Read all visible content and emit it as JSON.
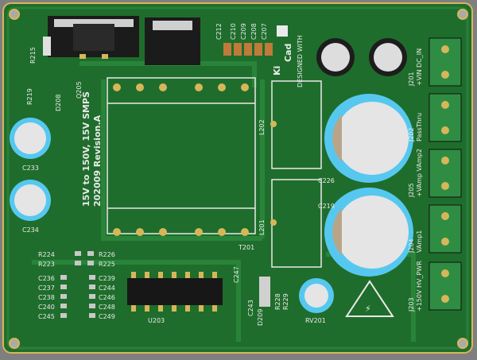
{
  "board": {
    "title_line1": "15V to 150V, 15V SMPS",
    "title_line2": "202009 Revision.A",
    "logo": {
      "ki": "Ki",
      "cad": "Cad",
      "tagline": "DESIGNED WITH"
    },
    "colors": {
      "pcb": "#1f6d2c",
      "pcb_dark": "#165a22",
      "copper": "#d7b65a",
      "silk": "#eaeaea",
      "bg": "#808080"
    }
  },
  "labels": {
    "r215": "R215",
    "r219": "R219",
    "d208": "D208",
    "q205": "Q205",
    "c212": "C212",
    "c210": "C210",
    "c209": "C209",
    "c208": "C208",
    "c207": "C207",
    "c233": "C233",
    "c234": "C234",
    "c226": "C226",
    "c219": "C219",
    "l202": "L202",
    "l201": "L201",
    "t201": "T201",
    "r224": "R224",
    "r223": "R223",
    "r226": "R226",
    "r225": "R225",
    "c236": "C236",
    "c237": "C237",
    "c238": "C238",
    "c240": "C240",
    "c245": "C245",
    "c239": "C239",
    "c244": "C244",
    "c246": "C246",
    "c248": "C248",
    "c249": "C249",
    "u203": "U203",
    "c247": "C247",
    "c243": "C243",
    "d209": "D209",
    "r228": "R228",
    "r229": "R229",
    "rv201": "RV201"
  },
  "connectors": [
    {
      "ref": "J201",
      "label": "+VIN  DC_IN"
    },
    {
      "ref": "J202",
      "label": "PassThru"
    },
    {
      "ref": "J205",
      "label": "+VAmp  VAmp2"
    },
    {
      "ref": "J204",
      "label": "VAmp1"
    },
    {
      "ref": "J203",
      "label": "+150V  HV_PWR"
    }
  ]
}
